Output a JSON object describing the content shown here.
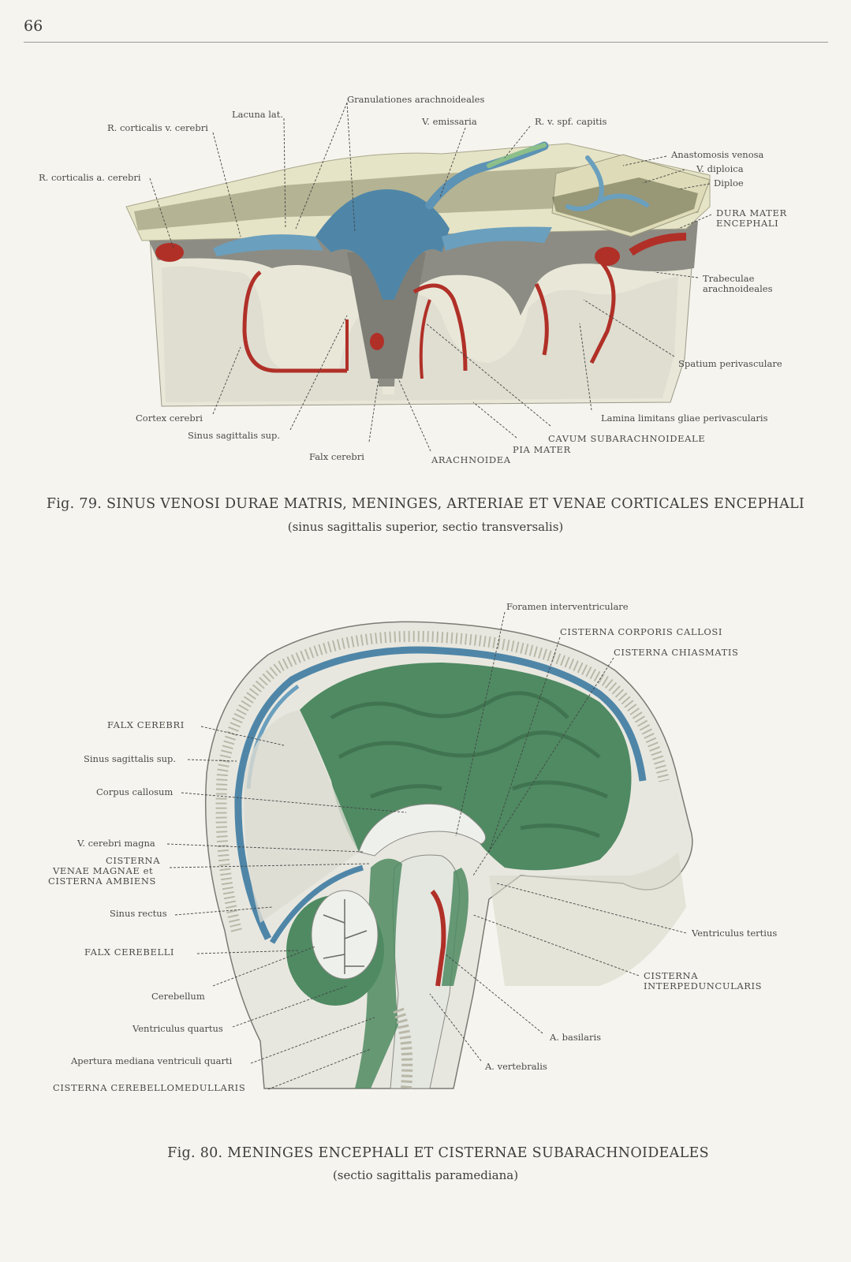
{
  "page_number": "66",
  "fig79": {
    "caption": "Fig. 79. SINUS VENOSI DURAE MATRIS, MENINGES, ARTERIAE ET VENAE CORTICALES ENCEPHALI",
    "subcaption": "(sinus sagittalis superior, sectio transversalis)",
    "labels": {
      "granulationes": "Granulationes arachnoideales",
      "lacuna": "Lacuna lat.",
      "r_cort_v": "R. corticalis v. cerebri",
      "v_emissaria": "V. emissaria",
      "r_v_spf": "R. v. spf. capitis",
      "anastomosis": "Anastomosis venosa",
      "v_diploica": "V. diploica",
      "diploe": "Diploe",
      "r_cort_a": "R. corticalis a. cerebri",
      "dura_1": "DURA MATER",
      "dura_2": "ENCEPHALI",
      "trabeculae_1": "Trabeculae",
      "trabeculae_2": "arachnoideales",
      "spatium": "Spatium perivasculare",
      "cortex": "Cortex cerebri",
      "lamina": "Lamina limitans gliae perivascularis",
      "sinus_sag": "Sinus sagittalis sup.",
      "cavum": "CAVUM SUBARACHNOIDEALE",
      "pia": "PIA MATER",
      "falx": "Falx cerebri",
      "arachnoidea": "ARACHNOIDEA"
    }
  },
  "fig80": {
    "caption": "Fig. 80. MENINGES ENCEPHALI ET CISTERNAE SUBARACHNOIDEALES",
    "subcaption": "(sectio sagittalis paramediana)",
    "labels": {
      "foramen": "Foramen interventriculare",
      "cist_corporis": "CISTERNA CORPORIS CALLOSI",
      "cist_chiasmatis": "CISTERNA CHIASMATIS",
      "falx_cerebri": "FALX CEREBRI",
      "sinus_sag": "Sinus sagittalis sup.",
      "corpus": "Corpus callosum",
      "v_magna": "V. cerebri magna",
      "cist_venae_1": "CISTERNA",
      "cist_venae_2": "VENAE MAGNAE et",
      "cist_venae_3": "CISTERNA AMBIENS",
      "sinus_rectus": "Sinus rectus",
      "falx_cerebelli": "FALX CEREBELLI",
      "cerebellum": "Cerebellum",
      "ventr_quartus": "Ventriculus quartus",
      "apertura": "Apertura mediana ventriculi quarti",
      "cist_cerebello": "CISTERNA CEREBELLOMEDULLARIS",
      "ventr_tertius": "Ventriculus tertius",
      "cist_interped_1": "CISTERNA",
      "cist_interped_2": "INTERPEDUNCULARIS",
      "a_basilaris": "A. basilaris",
      "a_vertebralis": "A. vertebralis"
    }
  },
  "colors": {
    "bone": "#e6e4c6",
    "brain_green": "#4f8a62",
    "sinus_blue": "#4f86a8",
    "artery_red": "#b03028",
    "arachnoid_grey": "#8c8c84"
  }
}
